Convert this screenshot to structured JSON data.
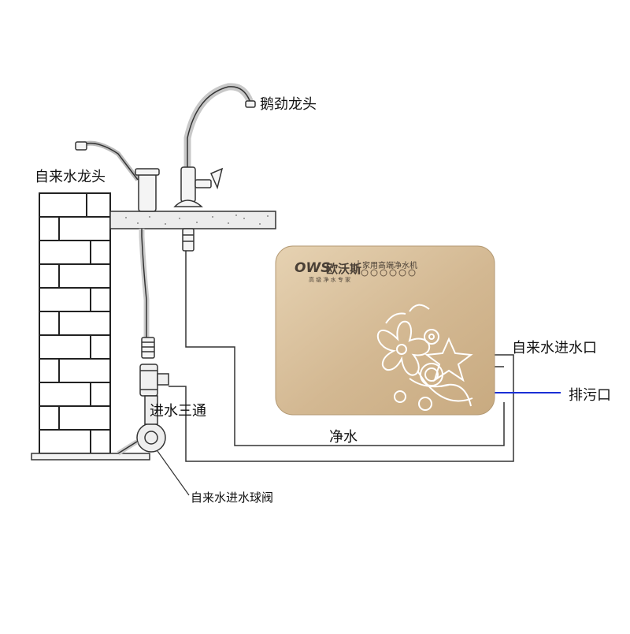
{
  "labels": {
    "gooseneck_faucet": "鹅劲龙头",
    "tap_faucet": "自来水龙头",
    "tap_inlet_port": "自来水进水口",
    "drain_port": "排污口",
    "inlet_tee": "进水三通",
    "pure_water": "净水",
    "tap_inlet_ball_valve": "自来水进水球阀"
  },
  "device": {
    "brand_latin": "OWS",
    "brand_cn": "欧沃斯",
    "product_name": "家用高端净水机",
    "slogan": "高 级 净 水 专 家",
    "body_color": "#d3b892"
  },
  "colors": {
    "drain_line": "#1a2fd6",
    "pipe_line": "#333333"
  }
}
